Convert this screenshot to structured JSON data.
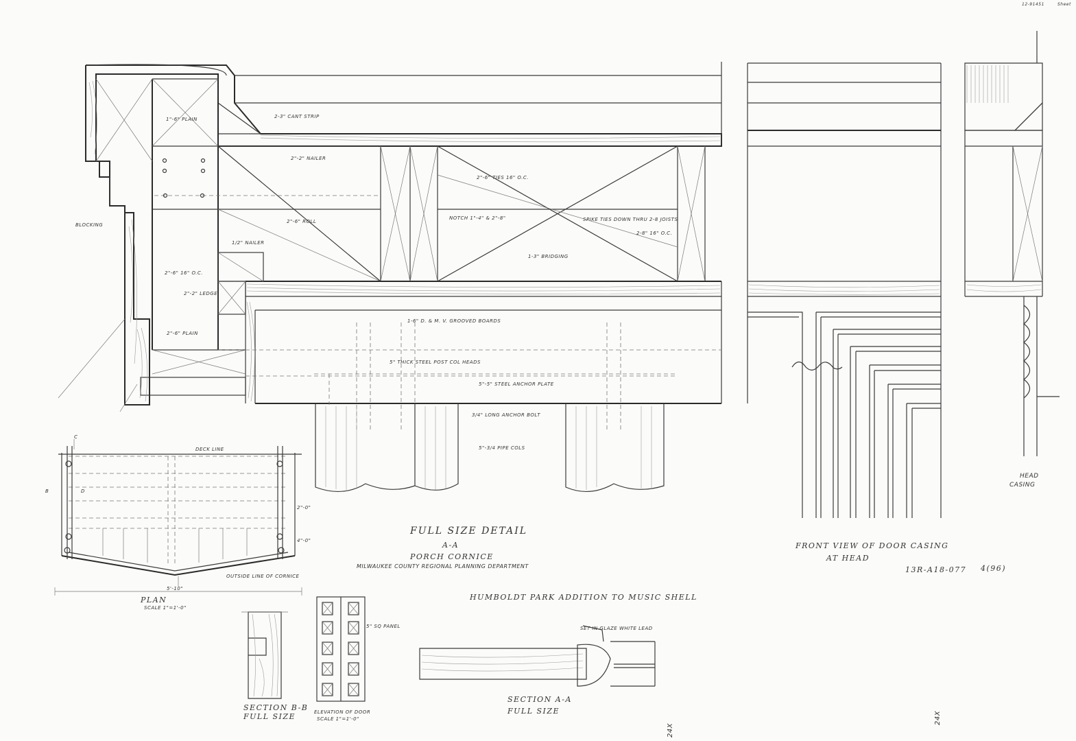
{
  "sheet": {
    "corner_ids": [
      "12-91451",
      "Sheet"
    ],
    "title_block": {
      "title": "FULL SIZE DETAIL",
      "section": "A-A",
      "subject": "PORCH CORNICE",
      "agency": "MILWAUKEE COUNTY REGIONAL PLANNING DEPARTMENT",
      "project": "HUMBOLDT PARK ADDITION TO MUSIC SHELL"
    },
    "drawing_number": "13R-A18-077",
    "sheet_number": "4(96)",
    "side_mark": "24X",
    "bottom_mark": "24X"
  },
  "labels": {
    "plain_top": "1\"-6\" PLAIN",
    "cant_strip": "2-3\" CANT STRIP",
    "nailer_top": "2\"-2\" NAILER",
    "ties": "2\"-6\" TIES 16\" O.C.",
    "notch": "NOTCH 1\"-4\" & 2\"-8\"",
    "spike": "SPIKE TIES DOWN THRU 2-8 JOISTS",
    "joists": "2-8\" 16\" O.C.",
    "roll": "2\"-6\" ROLL",
    "bridging": "1-3\" BRIDGING",
    "blocking": "BLOCKING",
    "nailer_mid": "1/2\" NAILER",
    "ledge": "2\"-2\" LEDGE",
    "plain_bottom": "2\"-6\" PLAIN",
    "studs": "2\"-6\" 16\" O.C.",
    "deck": "1-6\" D. & M. V. GROOVED BOARDS",
    "anchor_plate": "5\"-5\" STEEL ANCHOR PLATE",
    "cap": "5\" THICK STEEL POST COL HEADS",
    "anchor_bolt": "3/4\" LONG ANCHOR BOLT",
    "pipe_cols": "5\"-3/4 PIPE COLS",
    "setin": "SET IN GLAZE WHITE LEAD",
    "section_aa": "SECTION A-A",
    "full_size": "FULL SIZE",
    "section_bb": "SECTION B-B",
    "full_size_bb": "FULL SIZE",
    "elev_door": "ELEVATION OF DOOR",
    "elev_scale": "SCALE 1\"=1'-0\"",
    "plan": "PLAN",
    "plan_scale": "SCALE 1\"=1'-0\"",
    "front_view": "FRONT VIEW OF DOOR CASING",
    "at_head": "AT HEAD",
    "head": "HEAD",
    "casing": "CASING",
    "plan_dim_1": "2\"-0\"",
    "plan_dim_2": "4\"-0\"",
    "plan_label_c": "C",
    "plan_label_b": "B",
    "plan_label_d": "D",
    "plan_note": "OUTSIDE LINE OF CORNICE",
    "plan_note2": "DECK LINE",
    "small_note": "5'-10\"",
    "elev_panels": "5\" SQ PANEL"
  }
}
